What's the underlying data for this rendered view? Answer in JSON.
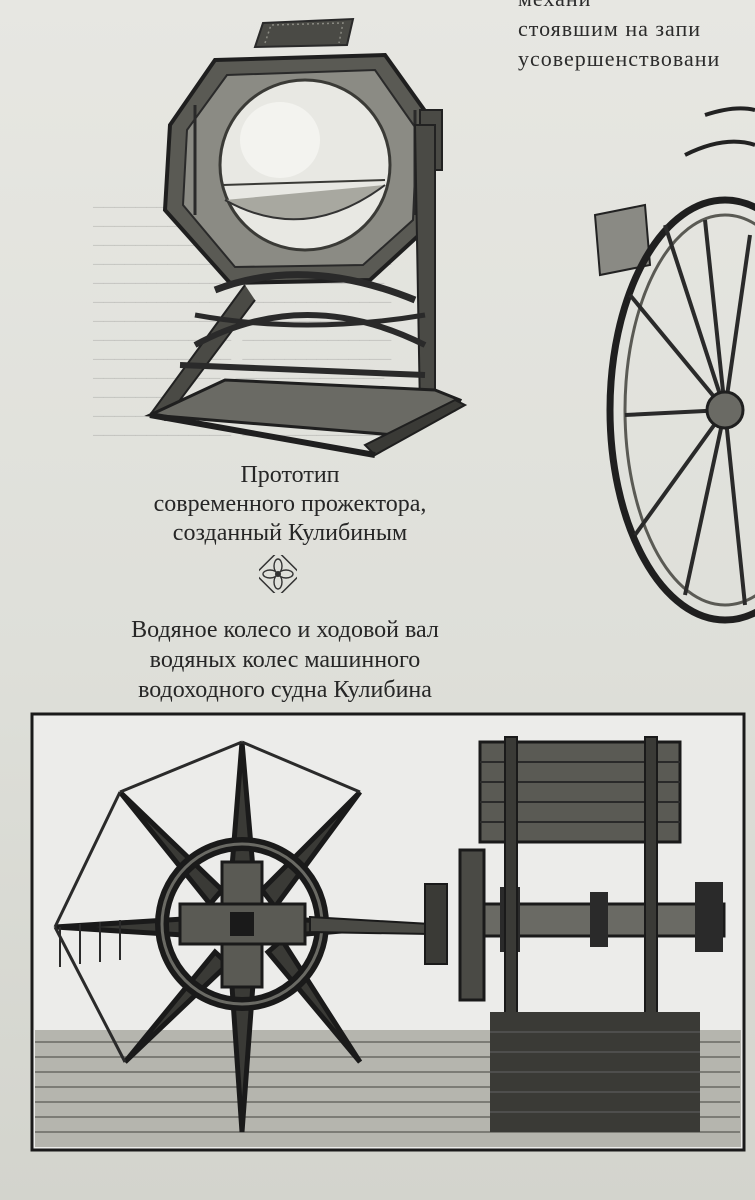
{
  "header_lines": [
    "механи",
    "стоявшим  на  запи",
    "усовершенствовани"
  ],
  "caption1": {
    "line1": "Прототип",
    "line2": "современного прожектора,",
    "line3": "созданный Кулибиным"
  },
  "ornament_icon": "flower-ornament",
  "caption2": {
    "line1": "Водяное колесо и ходовой вал",
    "line2": "водяных колес машинного",
    "line3": "водоходного судна Кулибина"
  }
}
